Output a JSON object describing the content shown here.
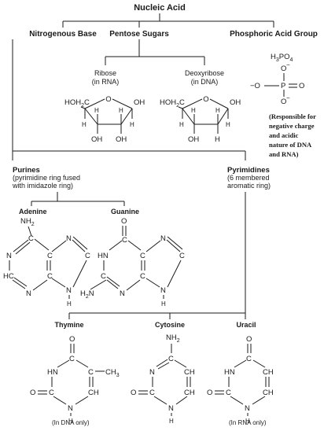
{
  "title": "Nucleic Acid",
  "nitrogenous_base": {
    "label": "Nitrogenous Base",
    "purines": {
      "title": "Purines",
      "desc_1": "(pyrimidine ring fused",
      "desc_2": "with imidazole ring)",
      "adenine": {
        "name": "Adenine",
        "nh2": "NH",
        "sub2": "2",
        "n1": "N",
        "c1": "C",
        "c2": "C",
        "c3": "C",
        "n2": "N",
        "c4": "C",
        "hc": "HC",
        "n3": "N",
        "n4": "N",
        "h": "H"
      },
      "guanine": {
        "name": "Guanine",
        "o": "O",
        "hn": "HN",
        "c1": "C",
        "c2": "C",
        "c3": "C",
        "n1": "N",
        "n2": "N",
        "h2n": "H",
        "sub2": "2",
        "h2n_n": "N",
        "n3": "N",
        "h": "H"
      }
    },
    "pyrimidines": {
      "title": "Pyrimidines",
      "desc_1": "(6 membered",
      "desc_2": "aromatic ring)",
      "thymine": {
        "name": "Thymine",
        "o_top": "O",
        "hn": "HN",
        "c_top": "C",
        "ch3": "CH",
        "sub3": "3",
        "c_mid": "C",
        "ch": "CH",
        "o_left": "O",
        "c_left": "C",
        "n_bot": "N",
        "h": "H",
        "note": "(In DNA only)"
      },
      "cytosine": {
        "name": "Cytosine",
        "nh2": "NH",
        "sub2": "2",
        "n_top": "N",
        "c_top": "C",
        "ch1": "CH",
        "c_left": "C",
        "ch2": "CH",
        "o_left": "O",
        "n_bot": "N",
        "h": "H"
      },
      "uracil": {
        "name": "Uracil",
        "o_top": "O",
        "hn": "HN",
        "c_top": "C",
        "ch1": "CH",
        "c_left": "C",
        "ch2": "CH",
        "o_left": "O",
        "n_bot": "N",
        "h": "H",
        "note": "(In RNA only)"
      }
    }
  },
  "pentose_sugars": {
    "label": "Pentose Sugars",
    "ribose": {
      "name": "Ribose",
      "note": "(in RNA)",
      "hoh2c": "HOH",
      "sub2": "2",
      "c": "C",
      "o": "O",
      "oh_r": "OH",
      "h1": "H",
      "h2": "H",
      "h3": "H",
      "h4": "H",
      "oh_a": "OH",
      "oh_b": "OH"
    },
    "deoxyribose": {
      "name": "Deoxyribose",
      "note": "(in DNA)",
      "hoh2c": "HOH",
      "sub2": "2",
      "c": "C",
      "o": "O",
      "oh_r": "OH",
      "h1": "H",
      "h2": "H",
      "h3": "H",
      "h4": "H",
      "oh_a": "OH",
      "h_b": "H"
    }
  },
  "phosphoric_acid": {
    "label": "Phosphoric Acid Group",
    "formula": "H",
    "sub3": "3",
    "po": "PO",
    "sub4": "4",
    "o_top": "O",
    "o_minus": "O",
    "p": "P",
    "o_right": "O",
    "o_bot": "O",
    "neg": "−",
    "dash_o": "−O",
    "note_lines": [
      "(Responsible for",
      "negative charge",
      "and acidic",
      "nature of DNA",
      "and RNA)"
    ]
  }
}
